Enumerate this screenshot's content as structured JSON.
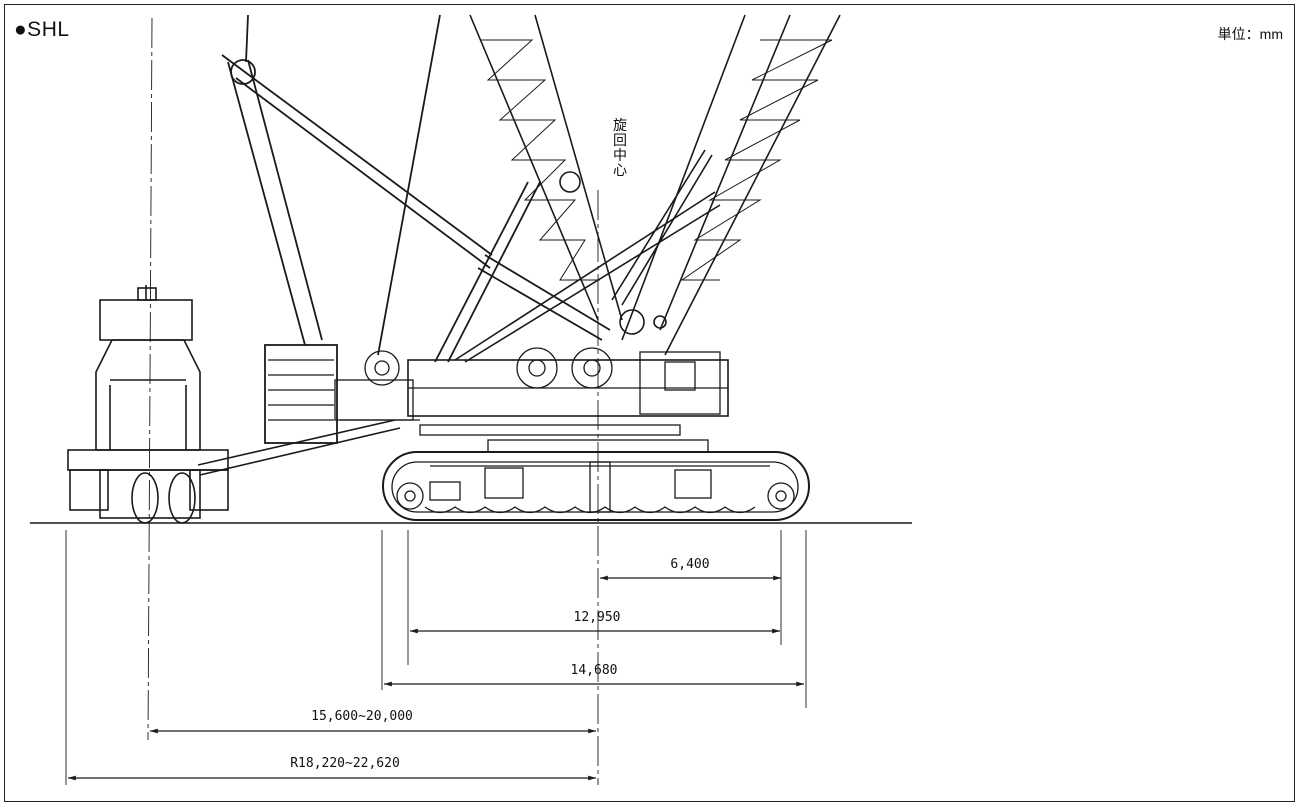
{
  "title": "●SHL",
  "unit": "単位：mm",
  "center_label": "旋回中心",
  "dimensions": [
    {
      "label": "6,400"
    },
    {
      "label": "12,950"
    },
    {
      "label": "14,680"
    },
    {
      "label": "15,600~20,000"
    },
    {
      "label": "R18,220~22,620"
    }
  ],
  "colors": {
    "line": "#1a1a1a",
    "background": "#ffffff"
  }
}
